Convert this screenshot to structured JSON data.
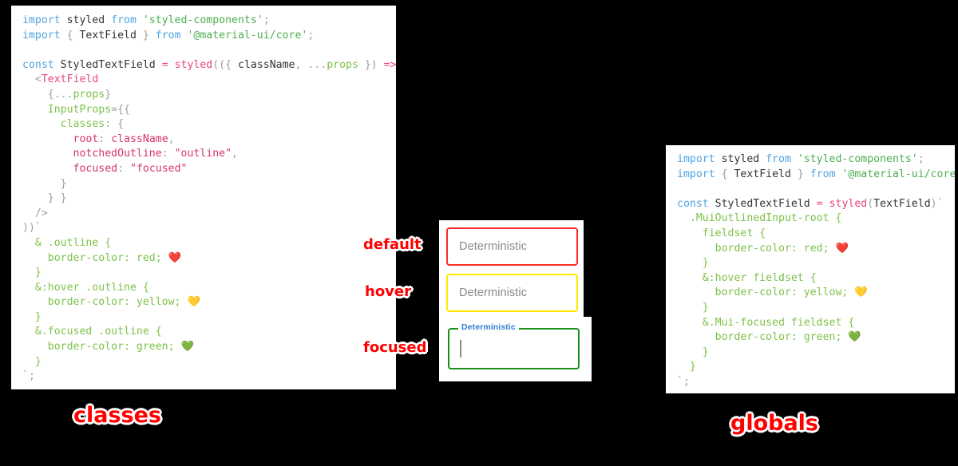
{
  "background_color": "#000000",
  "panels": {
    "classes": {
      "caption": "classes",
      "caption_color": "#ff0000",
      "code_lines": [
        [
          {
            "t": "import ",
            "c": "kw"
          },
          {
            "t": "styled ",
            "c": "var"
          },
          {
            "t": "from ",
            "c": "kw"
          },
          {
            "t": "'styled-components'",
            "c": "str"
          },
          {
            "t": ";",
            "c": "punct"
          }
        ],
        [
          {
            "t": "import ",
            "c": "kw"
          },
          {
            "t": "{ ",
            "c": "punct"
          },
          {
            "t": "TextField ",
            "c": "var"
          },
          {
            "t": "} ",
            "c": "punct"
          },
          {
            "t": "from ",
            "c": "kw"
          },
          {
            "t": "'@material-ui/core'",
            "c": "str"
          },
          {
            "t": ";",
            "c": "punct"
          }
        ],
        [],
        [
          {
            "t": "const ",
            "c": "kw"
          },
          {
            "t": "StyledTextField ",
            "c": "var"
          },
          {
            "t": "= ",
            "c": "op"
          },
          {
            "t": "styled",
            "c": "fn"
          },
          {
            "t": "((",
            "c": "punct"
          },
          {
            "t": "{ ",
            "c": "punct"
          },
          {
            "t": "className",
            "c": "var"
          },
          {
            "t": ", ",
            "c": "punct"
          },
          {
            "t": "...",
            "c": "punct"
          },
          {
            "t": "props ",
            "c": "prop"
          },
          {
            "t": "}) ",
            "c": "punct"
          },
          {
            "t": "=> ",
            "c": "op"
          },
          {
            "t": "(",
            "c": "punct"
          }
        ],
        [
          {
            "t": "  <",
            "c": "punct"
          },
          {
            "t": "TextField",
            "c": "tag"
          }
        ],
        [
          {
            "t": "    {...",
            "c": "punct"
          },
          {
            "t": "props",
            "c": "prop"
          },
          {
            "t": "}",
            "c": "punct"
          }
        ],
        [
          {
            "t": "    ",
            "c": "plain"
          },
          {
            "t": "InputProps",
            "c": "prop"
          },
          {
            "t": "={{",
            "c": "punct"
          }
        ],
        [
          {
            "t": "      ",
            "c": "plain"
          },
          {
            "t": "classes",
            "c": "prop"
          },
          {
            "t": ": {",
            "c": "punct"
          }
        ],
        [
          {
            "t": "        ",
            "c": "plain"
          },
          {
            "t": "root",
            "c": "key"
          },
          {
            "t": ": ",
            "c": "punct"
          },
          {
            "t": "className",
            "c": "key"
          },
          {
            "t": ",",
            "c": "punct"
          }
        ],
        [
          {
            "t": "        ",
            "c": "plain"
          },
          {
            "t": "notchedOutline",
            "c": "key"
          },
          {
            "t": ": ",
            "c": "punct"
          },
          {
            "t": "\"outline\"",
            "c": "key"
          },
          {
            "t": ",",
            "c": "punct"
          }
        ],
        [
          {
            "t": "        ",
            "c": "plain"
          },
          {
            "t": "focused",
            "c": "key"
          },
          {
            "t": ": ",
            "c": "punct"
          },
          {
            "t": "\"focused\"",
            "c": "key"
          }
        ],
        [
          {
            "t": "      }",
            "c": "punct"
          }
        ],
        [
          {
            "t": "    } }",
            "c": "punct"
          }
        ],
        [
          {
            "t": "  />",
            "c": "punct"
          }
        ],
        [
          {
            "t": "))`",
            "c": "punct"
          }
        ],
        [
          {
            "t": "  & .outline {",
            "c": "css"
          }
        ],
        [
          {
            "t": "    border-color: red; ",
            "c": "css"
          },
          {
            "t": "❤️",
            "c": "emoji"
          }
        ],
        [
          {
            "t": "  }",
            "c": "css"
          }
        ],
        [
          {
            "t": "  &:hover .outline {",
            "c": "css"
          }
        ],
        [
          {
            "t": "    border-color: yellow; ",
            "c": "css"
          },
          {
            "t": "💛",
            "c": "emoji"
          }
        ],
        [
          {
            "t": "  }",
            "c": "css"
          }
        ],
        [
          {
            "t": "  &.focused .outline {",
            "c": "css"
          }
        ],
        [
          {
            "t": "    border-color: green; ",
            "c": "css"
          },
          {
            "t": "💚",
            "c": "emoji"
          }
        ],
        [
          {
            "t": "  }",
            "c": "css"
          }
        ],
        [
          {
            "t": "`;",
            "c": "punct"
          }
        ]
      ]
    },
    "globals": {
      "caption": "globals",
      "caption_color": "#ff0000",
      "code_lines": [
        [
          {
            "t": "import ",
            "c": "kw"
          },
          {
            "t": "styled ",
            "c": "var"
          },
          {
            "t": "from ",
            "c": "kw"
          },
          {
            "t": "'styled-components'",
            "c": "str"
          },
          {
            "t": ";",
            "c": "punct"
          }
        ],
        [
          {
            "t": "import ",
            "c": "kw"
          },
          {
            "t": "{ ",
            "c": "punct"
          },
          {
            "t": "TextField ",
            "c": "var"
          },
          {
            "t": "} ",
            "c": "punct"
          },
          {
            "t": "from ",
            "c": "kw"
          },
          {
            "t": "'@material-ui/core'",
            "c": "str"
          },
          {
            "t": ";",
            "c": "punct"
          }
        ],
        [],
        [
          {
            "t": "const ",
            "c": "kw"
          },
          {
            "t": "StyledTextField ",
            "c": "var"
          },
          {
            "t": "= ",
            "c": "op"
          },
          {
            "t": "styled",
            "c": "fn"
          },
          {
            "t": "(",
            "c": "punct"
          },
          {
            "t": "TextField",
            "c": "var"
          },
          {
            "t": ")`",
            "c": "punct"
          }
        ],
        [
          {
            "t": "  .MuiOutlinedInput-root {",
            "c": "css"
          }
        ],
        [
          {
            "t": "    fieldset {",
            "c": "css"
          }
        ],
        [
          {
            "t": "      border-color: red; ",
            "c": "css"
          },
          {
            "t": "❤️",
            "c": "emoji"
          }
        ],
        [
          {
            "t": "    }",
            "c": "css"
          }
        ],
        [
          {
            "t": "    &:hover fieldset {",
            "c": "css"
          }
        ],
        [
          {
            "t": "      border-color: yellow; ",
            "c": "css"
          },
          {
            "t": "💛",
            "c": "emoji"
          }
        ],
        [
          {
            "t": "    }",
            "c": "css"
          }
        ],
        [
          {
            "t": "    &.Mui-focused fieldset {",
            "c": "css"
          }
        ],
        [
          {
            "t": "      border-color: green; ",
            "c": "css"
          },
          {
            "t": "💚",
            "c": "emoji"
          }
        ],
        [
          {
            "t": "    }",
            "c": "css"
          }
        ],
        [
          {
            "t": "  }",
            "c": "css"
          }
        ],
        [
          {
            "t": "`;",
            "c": "punct"
          }
        ]
      ]
    }
  },
  "preview": {
    "annotations": {
      "default": "default",
      "hover": "hover",
      "focused": "focused"
    },
    "fields": {
      "default": {
        "value": "Deterministic",
        "border_color": "#ff2b2b",
        "state": "default"
      },
      "hover": {
        "value": "Deterministic",
        "border_color": "#ffe800",
        "state": "hover"
      },
      "focused": {
        "label": "Deterministic",
        "value": "",
        "border_color": "#1a8f1a",
        "label_color": "#2d7fd3",
        "state": "focused"
      }
    }
  }
}
